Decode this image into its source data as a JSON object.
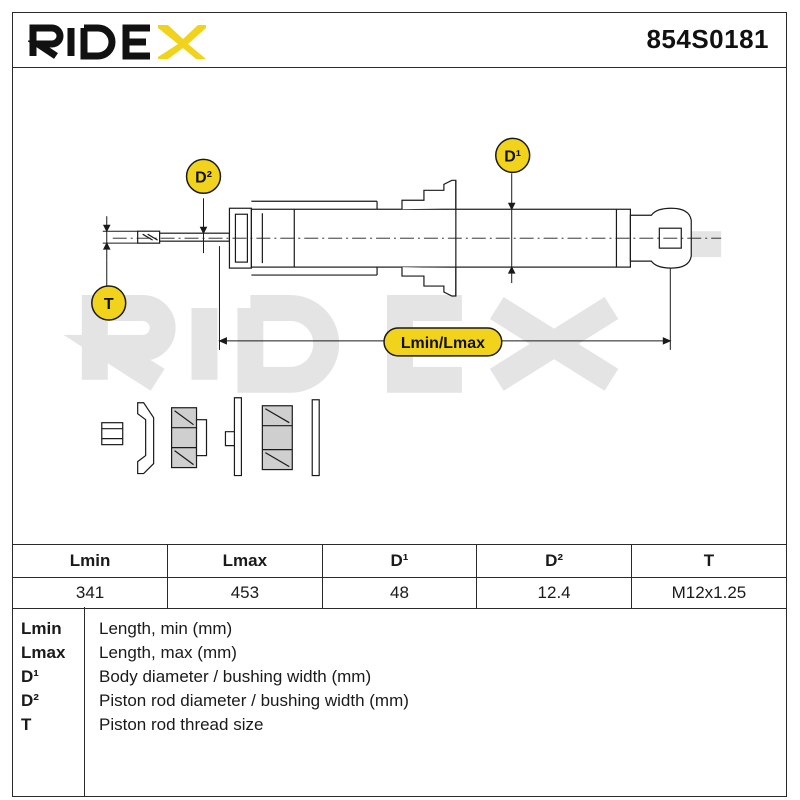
{
  "header": {
    "brand": "RIDEX",
    "part_number": "854S0181"
  },
  "drawing": {
    "watermark": "RIDEX",
    "labels": {
      "d1": "D¹",
      "d2": "D²",
      "t": "T",
      "length": "Lmin/Lmax"
    }
  },
  "specs": {
    "headers": [
      "Lmin",
      "Lmax",
      "D¹",
      "D²",
      "T"
    ],
    "values": [
      "341",
      "453",
      "48",
      "12.4",
      "M12x1.25"
    ]
  },
  "legend": [
    {
      "key": "Lmin",
      "desc": "Length, min (mm)"
    },
    {
      "key": "Lmax",
      "desc": "Length, max (mm)"
    },
    {
      "key": "D¹",
      "desc": "Body diameter / bushing width (mm)"
    },
    {
      "key": "D²",
      "desc": "Piston rod diameter / bushing width (mm)"
    },
    {
      "key": "T",
      "desc": "Piston rod thread size"
    }
  ],
  "colors": {
    "badge": "#f2d31b",
    "line": "#1a1a1a",
    "watermark": "#e4e4e4"
  }
}
